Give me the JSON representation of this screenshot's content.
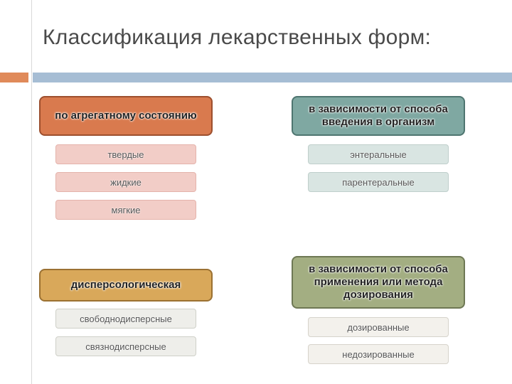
{
  "title": "Классификация лекарственных форм:",
  "groups": {
    "aggregate": {
      "header": "по агрегатному состоянию",
      "items": [
        "твердые",
        "жидкие",
        "мягкие"
      ]
    },
    "route": {
      "header": "в зависимости от способа введения в организм",
      "items": [
        "энтеральные",
        "парентеральные"
      ]
    },
    "disperse": {
      "header": "дисперсологическая",
      "items": [
        "свободнодисперсные",
        "связнодисперсные"
      ]
    },
    "dosing": {
      "header": "в зависимости от способа применения или метода дозирования",
      "items": [
        "дозированные",
        "недозированные"
      ]
    }
  },
  "colors": {
    "orange": "#d97a4e",
    "teal": "#7fa8a2",
    "gold": "#d9a85a",
    "olive": "#a3ae82",
    "accent_bar": "#a6bdd4"
  }
}
